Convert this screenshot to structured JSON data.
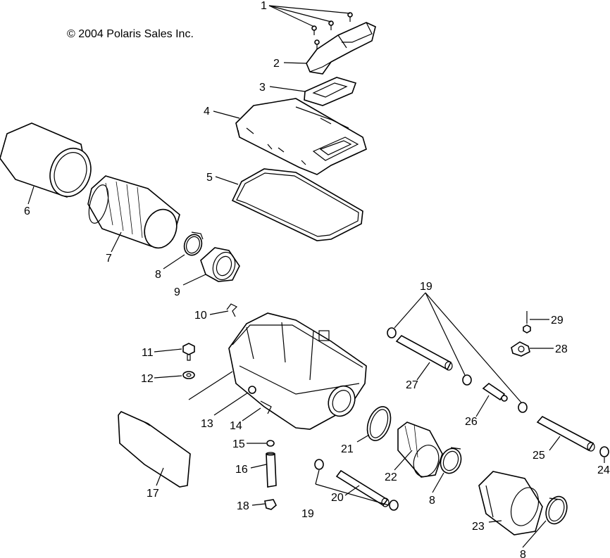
{
  "copyright": "© 2004 Polaris Sales Inc.",
  "callouts": [
    {
      "id": "c1",
      "text": "1"
    },
    {
      "id": "c2",
      "text": "2"
    },
    {
      "id": "c3",
      "text": "3"
    },
    {
      "id": "c4",
      "text": "4"
    },
    {
      "id": "c5",
      "text": "5"
    },
    {
      "id": "c6",
      "text": "6"
    },
    {
      "id": "c7",
      "text": "7"
    },
    {
      "id": "c8a",
      "text": "8"
    },
    {
      "id": "c9",
      "text": "9"
    },
    {
      "id": "c10",
      "text": "10"
    },
    {
      "id": "c11",
      "text": "11"
    },
    {
      "id": "c12",
      "text": "12"
    },
    {
      "id": "c13",
      "text": "13"
    },
    {
      "id": "c14",
      "text": "14"
    },
    {
      "id": "c15",
      "text": "15"
    },
    {
      "id": "c16",
      "text": "16"
    },
    {
      "id": "c17",
      "text": "17"
    },
    {
      "id": "c18",
      "text": "18"
    },
    {
      "id": "c19a",
      "text": "19"
    },
    {
      "id": "c19b",
      "text": "19"
    },
    {
      "id": "c20",
      "text": "20"
    },
    {
      "id": "c21",
      "text": "21"
    },
    {
      "id": "c22",
      "text": "22"
    },
    {
      "id": "c8b",
      "text": "8"
    },
    {
      "id": "c23",
      "text": "23"
    },
    {
      "id": "c8c",
      "text": "8"
    },
    {
      "id": "c24",
      "text": "24"
    },
    {
      "id": "c25",
      "text": "25"
    },
    {
      "id": "c26",
      "text": "26"
    },
    {
      "id": "c27",
      "text": "27"
    },
    {
      "id": "c28",
      "text": "28"
    },
    {
      "id": "c29",
      "text": "29"
    }
  ]
}
